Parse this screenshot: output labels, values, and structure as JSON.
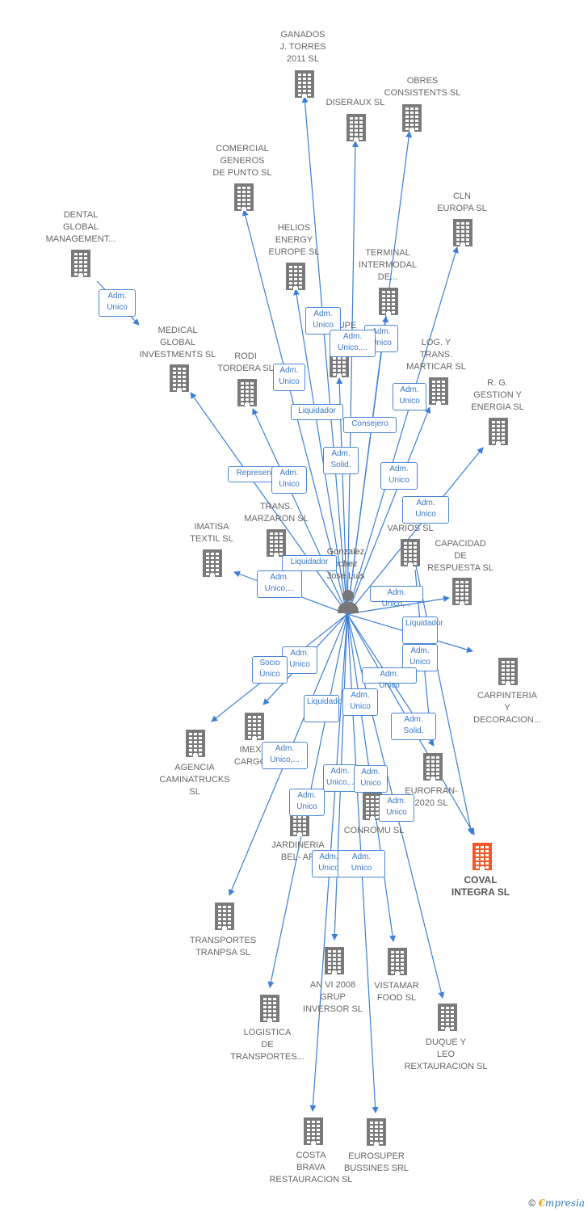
{
  "person": {
    "name": "Gonzalez\nnchez\nJose Luis"
  },
  "nodes": [
    {
      "id": "ganados",
      "label": "GANADOS\nJ.  TORRES\n2011 SL"
    },
    {
      "id": "obres",
      "label": "OBRES\nCONSISTENTS SL"
    },
    {
      "id": "diseraux",
      "label": "DISERAUX  SL"
    },
    {
      "id": "comercial",
      "label": "COMERCIAL\nGENEROS\nDE PUNTO SL"
    },
    {
      "id": "cln",
      "label": "CLN\nEUROPA  SL"
    },
    {
      "id": "dental",
      "label": "DENTAL\nGLOBAL\nMANAGEMENT..."
    },
    {
      "id": "helios",
      "label": "HELIOS\nENERGY\nEUROPE SL"
    },
    {
      "id": "terminal",
      "label": "TERMINAL\nINTERMODAL\nDE..."
    },
    {
      "id": "medical",
      "label": "MEDICAL\nGLOBAL\nINVESTMENTS SL"
    },
    {
      "id": "grupe",
      "label": "UPE\nDON"
    },
    {
      "id": "rodi",
      "label": "RODI\nTORDERA SL"
    },
    {
      "id": "log",
      "label": "LOG.  Y\nTRANS.\nMARTICAR  SL"
    },
    {
      "id": "rg",
      "label": "R.  G.\nGESTION Y\nENERGIA SL"
    },
    {
      "id": "trans",
      "label": "TRANS.\nMARZARON  SL"
    },
    {
      "id": "imatisa",
      "label": "IMATISA\nTEXTIL  SL"
    },
    {
      "id": "hvarios",
      "label": "H\nVARIOS  SL"
    },
    {
      "id": "capacidad",
      "label": "CAPACIDAD\nDE\nRESPUESTA SL"
    },
    {
      "id": "carpinteria",
      "label": "CARPINTERIA\nY\nDECORACION..."
    },
    {
      "id": "imex",
      "label": "IMEX\nCARGO"
    },
    {
      "id": "agencia",
      "label": "AGENCIA\nCAMINATRUCKS\nSL"
    },
    {
      "id": "eurofran",
      "label": "EUROFRAN-\n2020 SL"
    },
    {
      "id": "conromu",
      "label": "CONROMU SL"
    },
    {
      "id": "jardineria",
      "label": "JARDINERIA\nBEL- AR"
    },
    {
      "id": "coval",
      "label": "COVAL\nINTEGRA  SL"
    },
    {
      "id": "transportes",
      "label": "TRANSPORTES\nTRANPSA SL"
    },
    {
      "id": "anvi",
      "label": "AN VI 2008\nGRUP\nINVERSOR SL"
    },
    {
      "id": "vistamar",
      "label": "VISTAMAR\nFOOD  SL"
    },
    {
      "id": "duque",
      "label": "DUQUE Y\nLEO\nREXTAURACION SL"
    },
    {
      "id": "logistica",
      "label": "LOGISTICA\nDE\nTRANSPORTES..."
    },
    {
      "id": "costa",
      "label": "COSTA\nBRAVA\nRESTAURACION SL"
    },
    {
      "id": "eurosuper",
      "label": "EUROSUPER\nBUSSINES SRL"
    }
  ],
  "relations": [
    "Adm.\nUnico",
    "Adm.\nUnico",
    "Adm.\nUnico",
    "Adm.\nUnico,...",
    "Adm.\nUnico",
    "Adm.\nUnico",
    "Liquidador",
    "Consejero",
    "Adm.\nUnico",
    "Adm.\nSolid.",
    "Represent.",
    "Adm.\nUnico",
    "Adm.\nUnico",
    "Adm.\nUnico,...",
    "Liquidador",
    "Adm.\nUnico,...",
    "Liquidador",
    "Adm.\nUnico",
    "Socio\nÚnico",
    "Adm.\nUnico",
    "Adm.\nUnico",
    "Liquidador",
    "Adm.\nUnico",
    "Adm.\nSolid.",
    "Adm.\nUnico,...",
    "Adm.\nUnico,...",
    "Adm.\nUnico",
    "Adm.\nUnico",
    "Adm.\nUnico",
    "Adm.\nUnico",
    "Adm.\nUnico",
    "Adm.\nUnico,..."
  ],
  "colors": {
    "edge": "#3d7fd6",
    "building": "#7a7a7a",
    "highlight": "#f05a28"
  },
  "copyright": {
    "symbol": "©",
    "brand_first": "€",
    "brand_rest": "mpresia"
  }
}
